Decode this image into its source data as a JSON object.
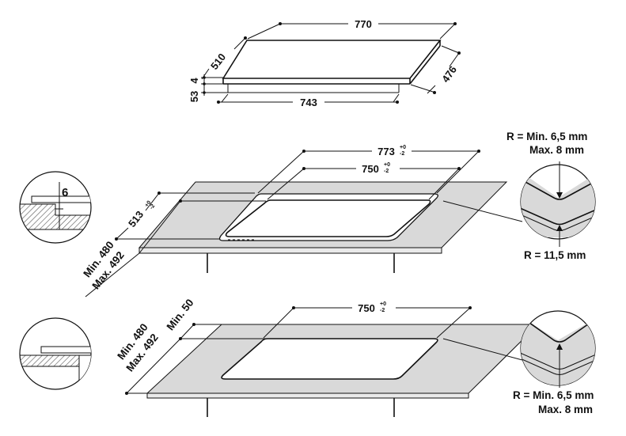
{
  "top_view": {
    "width": "770",
    "depth": "510",
    "depth_right": "476",
    "base_width": "743",
    "thickness_top": "4",
    "thickness_total": "53"
  },
  "flush_install": {
    "cutout_outer_width": "773",
    "cutout_outer_tol": [
      "+0",
      "-2"
    ],
    "cutout_inner_width": "750",
    "cutout_inner_tol": [
      "+0",
      "-2"
    ],
    "cutout_outer_depth": "513",
    "cutout_outer_depth_tol": [
      "+0",
      "-2"
    ],
    "worktop_min": "Min. 480",
    "worktop_max": "Max. 492",
    "rebate_depth": "6",
    "radius_outer_min": "R = Min. 6,5 mm",
    "radius_outer_max": "Max. 8 mm",
    "radius_inner": "R = 11,5 mm"
  },
  "standard_install": {
    "cutout_width": "750",
    "cutout_tol": [
      "+0",
      "-2"
    ],
    "depth_min": "Min. 480",
    "depth_max": "Max. 492",
    "edge_min": "Min. 50",
    "radius_min": "R = Min. 6,5 mm",
    "radius_max": "Max. 8 mm"
  },
  "colors": {
    "worktop": "#d9d9d9",
    "line": "#111111",
    "hatch": "#555555"
  }
}
